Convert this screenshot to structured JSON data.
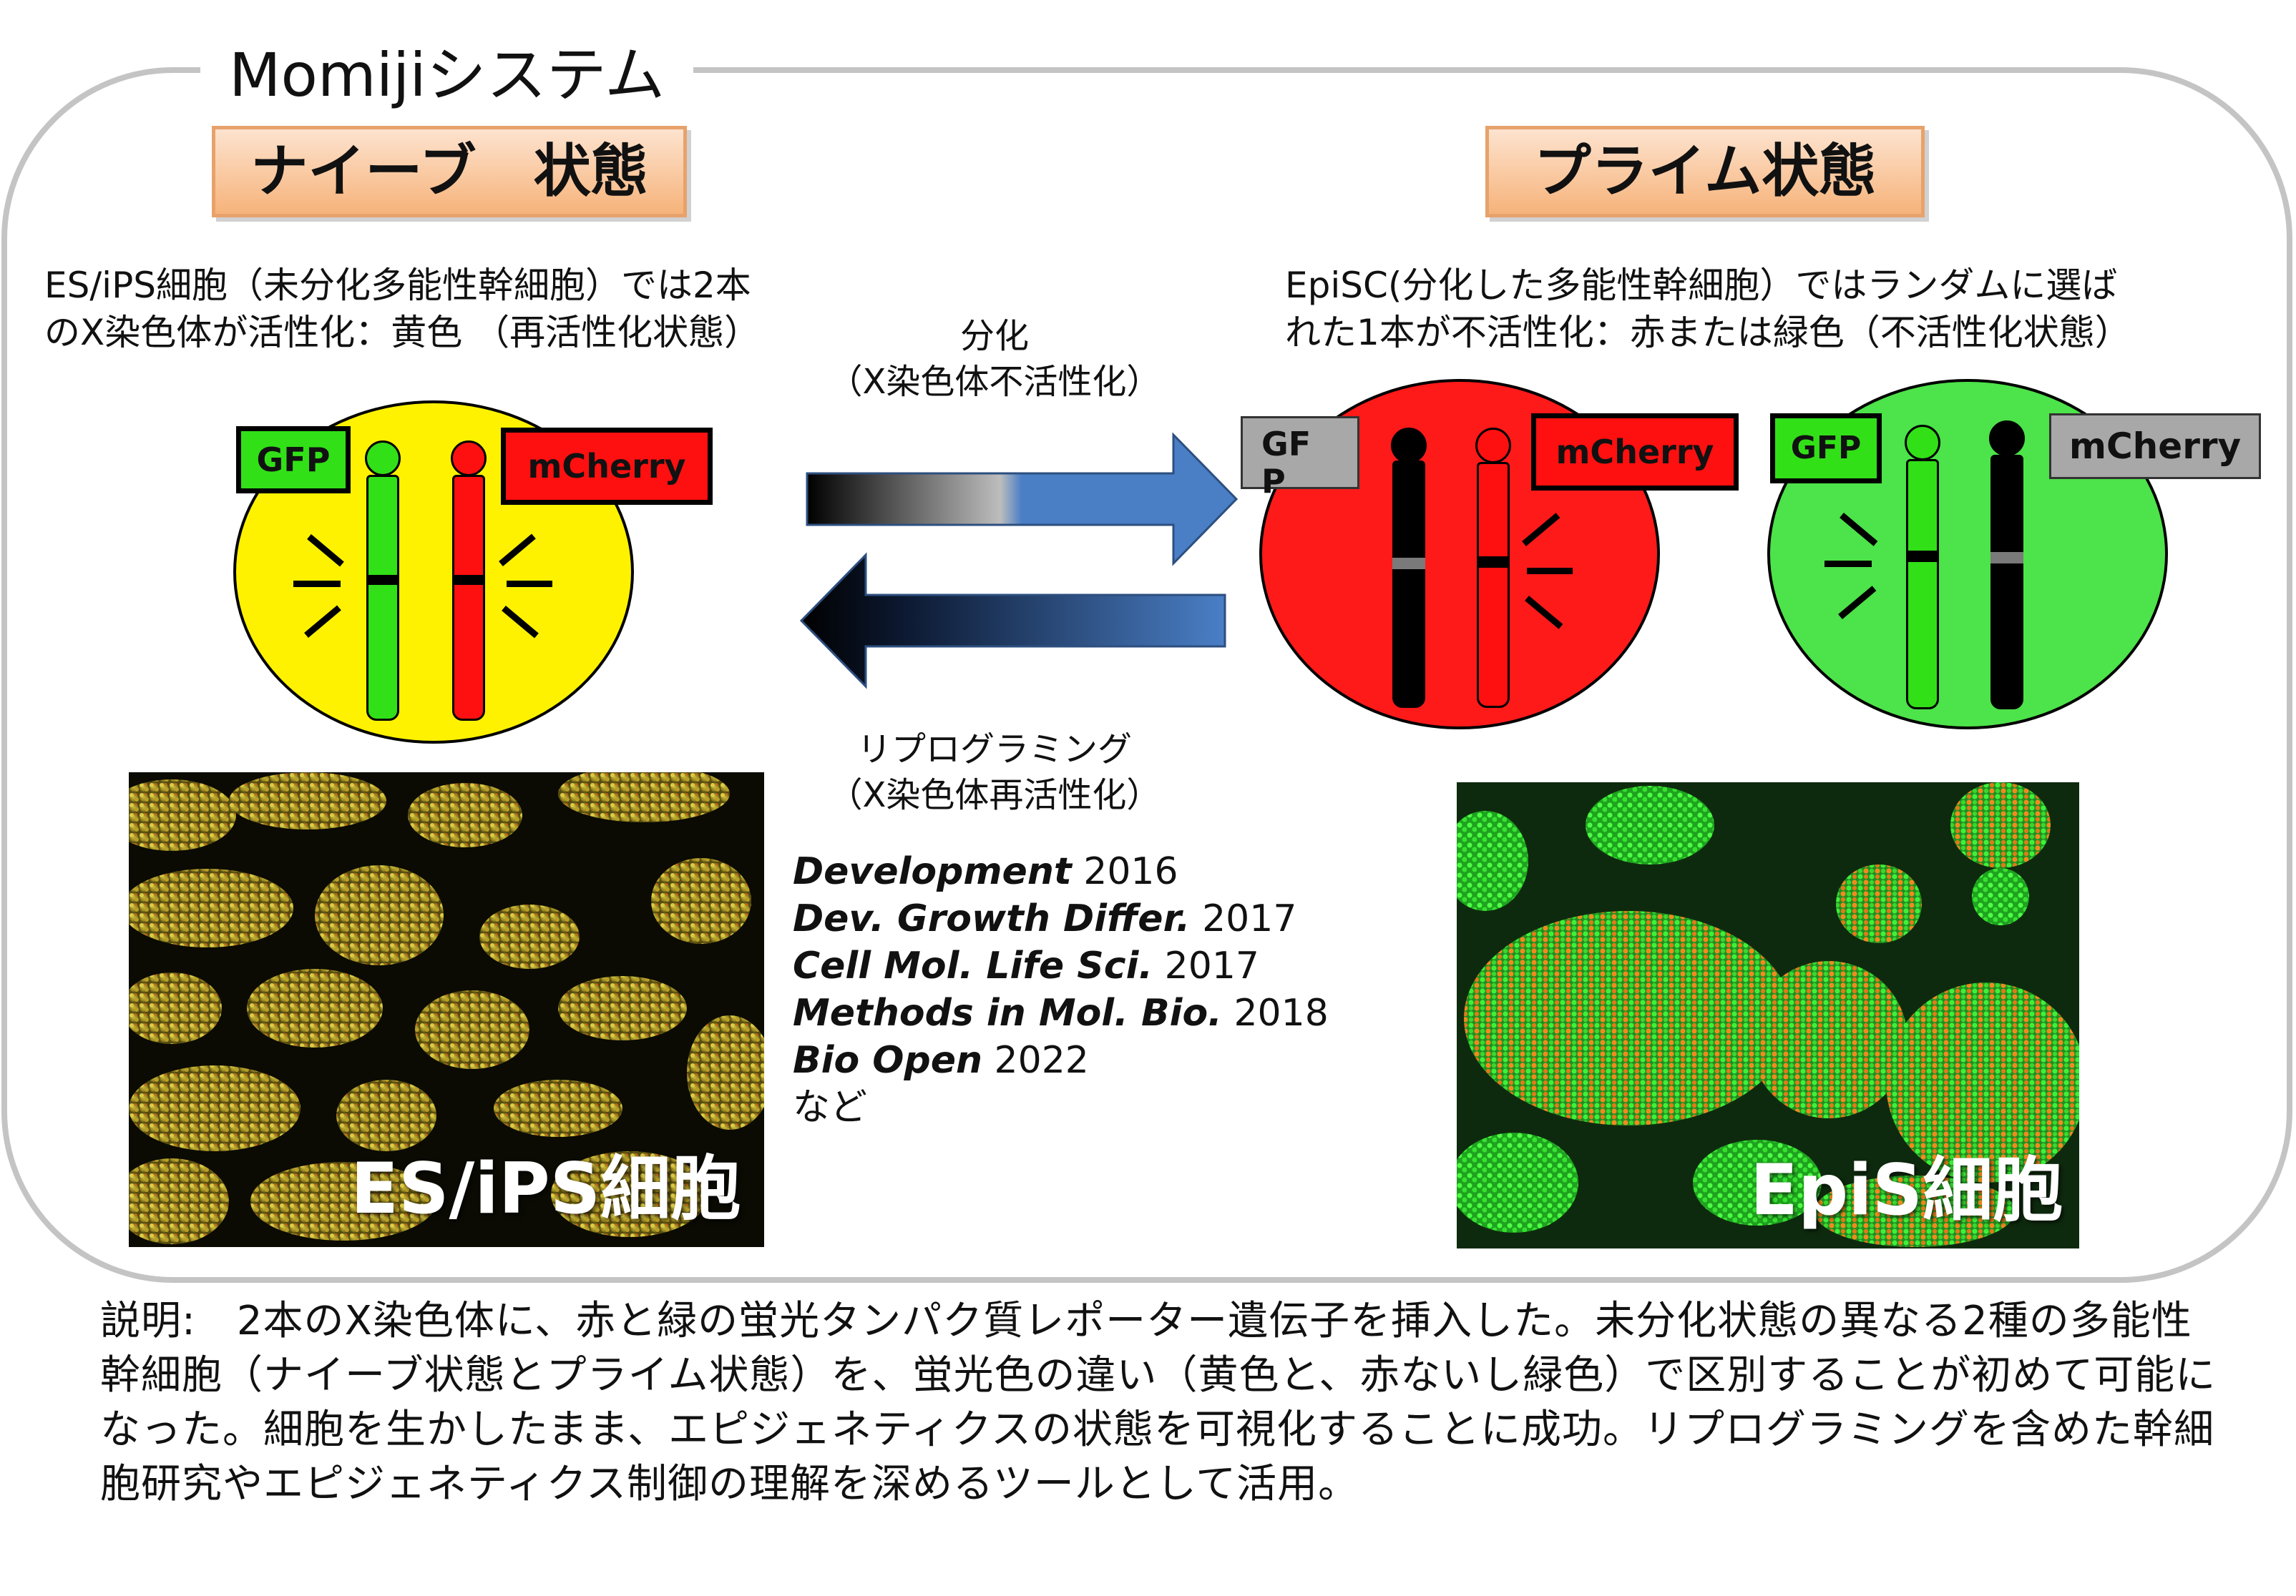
{
  "system_title": "Momijiシステム",
  "naive": {
    "title": "ナイーブ　状態",
    "description_line1": "ES/iPS細胞（未分化多能性幹細胞）では2本",
    "description_line2": "のX染色体が活性化：黄色 （再活性化状態）",
    "gfp_tag": "GFP",
    "mcherry_tag": "mCherry",
    "cell_color": "#fff200",
    "micro_label": "ES/iPS細胞"
  },
  "primed": {
    "title": "プライム状態",
    "description_line1": "EpiSC(分化した多能性幹細胞）ではランダムに選ば",
    "description_line2": "れた1本が不活性化：赤または緑色（不活性化状態）",
    "red_cell": {
      "gfp_tag": "GF\nP",
      "mcherry_tag": "mCherry",
      "cell_color": "#ff1a1a"
    },
    "green_cell": {
      "gfp_tag": "GFP",
      "mcherry_tag": "mCherry",
      "cell_color": "#4de34a"
    },
    "micro_label": "EpiS細胞"
  },
  "differentiation": {
    "line1": "分化",
    "line2": "（X染色体不活性化）"
  },
  "reprogramming": {
    "line1": "リプログラミング",
    "line2": "（X染色体再活性化）"
  },
  "references": [
    {
      "journal": "Development",
      "year": "2016"
    },
    {
      "journal": "Dev. Growth Differ.",
      "year": "2017"
    },
    {
      "journal": "Cell Mol. Life Sci.",
      "year": "2017"
    },
    {
      "journal": "Methods in Mol. Bio.",
      "year": "2018"
    },
    {
      "journal": "Bio Open",
      "year": "2022"
    }
  ],
  "references_more": "など",
  "caption": "説明:　2本のX染色体に、赤と緑の蛍光タンパク質レポーター遺伝子を挿入した。未分化状態の異なる2種の多能性幹細胞（ナイーブ状態とプライム状態）を、蛍光色の違い（黄色と、赤ないし緑色）で区別することが初めて可能になった。細胞を生かしたまま、エピジェネティクスの状態を可視化することに成功。リプログラミングを含めた幹細胞研究やエピジェネティクス制御の理解を深めるツールとして活用。",
  "colors": {
    "gfp_green": "#32e018",
    "mcherry_red": "#ff1010",
    "arrow_blue": "#4a7fc6",
    "inactive_gray": "#a8a8a8"
  }
}
